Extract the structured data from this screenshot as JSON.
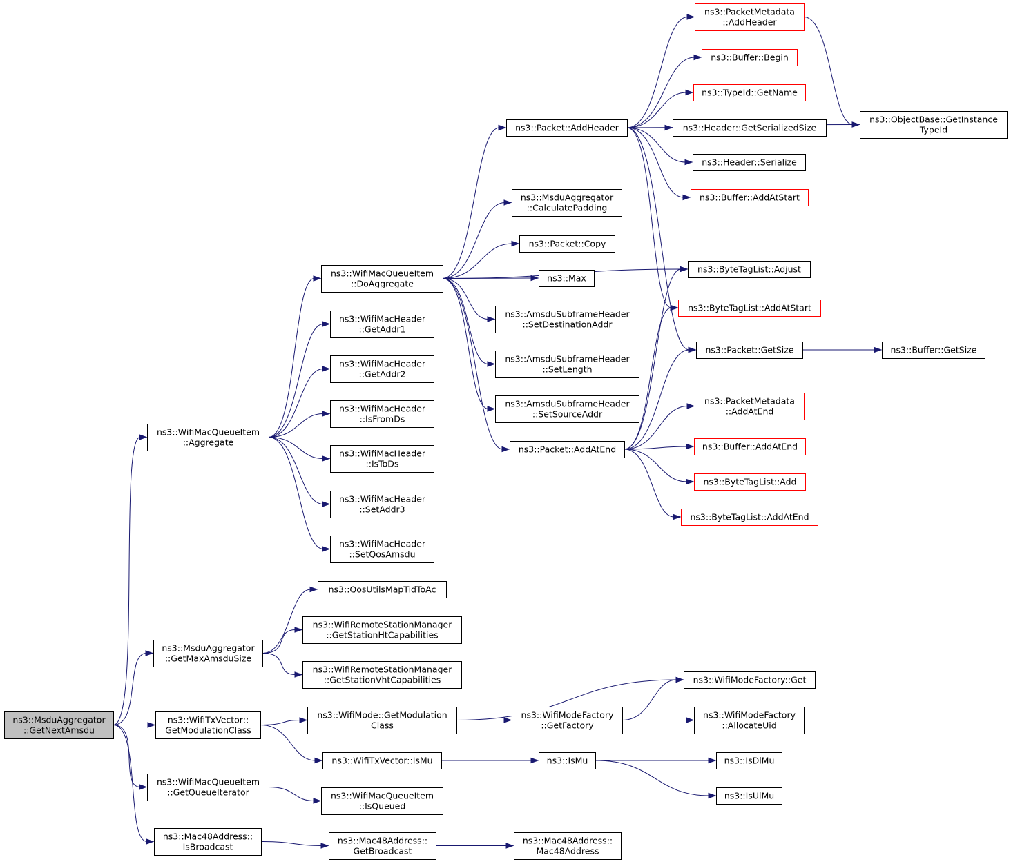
{
  "graph_title": "",
  "colors": {
    "edge": "#191970",
    "root_fill": "#bfbfbf",
    "link_border": "#000000",
    "external_border": "#ff0000",
    "node_fill": "#ffffff"
  },
  "nodes": {
    "getNextAmsdu": {
      "lines": [
        "ns3::MsduAggregator",
        "::GetNextAmsdu"
      ],
      "style": "root"
    },
    "aggregate": {
      "lines": [
        "ns3::WifiMacQueueItem",
        "::Aggregate"
      ],
      "style": "normal"
    },
    "getMaxAmsduSize": {
      "lines": [
        "ns3::MsduAggregator",
        "::GetMaxAmsduSize"
      ],
      "style": "normal"
    },
    "getModulationClassTx": {
      "lines": [
        "ns3::WifiTxVector::",
        "GetModulationClass"
      ],
      "style": "normal"
    },
    "getQueueIterator": {
      "lines": [
        "ns3::WifiMacQueueItem",
        "::GetQueueIterator"
      ],
      "style": "normal"
    },
    "isBroadcast": {
      "lines": [
        "ns3::Mac48Address::",
        "IsBroadcast"
      ],
      "style": "normal"
    },
    "doAggregate": {
      "lines": [
        "ns3::WifiMacQueueItem",
        "::DoAggregate"
      ],
      "style": "normal"
    },
    "getAddr1": {
      "lines": [
        "ns3::WifiMacHeader",
        "::GetAddr1"
      ],
      "style": "normal"
    },
    "getAddr2": {
      "lines": [
        "ns3::WifiMacHeader",
        "::GetAddr2"
      ],
      "style": "normal"
    },
    "isFromDs": {
      "lines": [
        "ns3::WifiMacHeader",
        "::IsFromDs"
      ],
      "style": "normal"
    },
    "isToDs": {
      "lines": [
        "ns3::WifiMacHeader",
        "::IsToDs"
      ],
      "style": "normal"
    },
    "setAddr3": {
      "lines": [
        "ns3::WifiMacHeader",
        "::SetAddr3"
      ],
      "style": "normal"
    },
    "setQosAmsdu": {
      "lines": [
        "ns3::WifiMacHeader",
        "::SetQosAmsdu"
      ],
      "style": "normal"
    },
    "qosUtils": {
      "lines": [
        "ns3::QosUtilsMapTidToAc"
      ],
      "style": "normal"
    },
    "htCaps": {
      "lines": [
        "ns3::WifiRemoteStationManager",
        "::GetStationHtCapabilities"
      ],
      "style": "normal"
    },
    "vhtCaps": {
      "lines": [
        "ns3::WifiRemoteStationManager",
        "::GetStationVhtCapabilities"
      ],
      "style": "normal"
    },
    "modeGetModClass": {
      "lines": [
        "ns3::WifiMode::GetModulation",
        "Class"
      ],
      "style": "normal"
    },
    "txIsMu": {
      "lines": [
        "ns3::WifiTxVector::IsMu"
      ],
      "style": "normal"
    },
    "isQueued": {
      "lines": [
        "ns3::WifiMacQueueItem",
        "::IsQueued"
      ],
      "style": "normal"
    },
    "getBroadcast": {
      "lines": [
        "ns3::Mac48Address::",
        "GetBroadcast"
      ],
      "style": "normal"
    },
    "packetAddHeader": {
      "lines": [
        "ns3::Packet::AddHeader"
      ],
      "style": "normal"
    },
    "calcPadding": {
      "lines": [
        "ns3::MsduAggregator",
        "::CalculatePadding"
      ],
      "style": "normal"
    },
    "packetCopy": {
      "lines": [
        "ns3::Packet::Copy"
      ],
      "style": "normal"
    },
    "max": {
      "lines": [
        "ns3::Max"
      ],
      "style": "normal"
    },
    "setDestAddr": {
      "lines": [
        "ns3::AmsduSubframeHeader",
        "::SetDestinationAddr"
      ],
      "style": "normal"
    },
    "setLength": {
      "lines": [
        "ns3::AmsduSubframeHeader",
        "::SetLength"
      ],
      "style": "normal"
    },
    "setSourceAddr": {
      "lines": [
        "ns3::AmsduSubframeHeader",
        "::SetSourceAddr"
      ],
      "style": "normal"
    },
    "packetAddAtEnd": {
      "lines": [
        "ns3::Packet::AddAtEnd"
      ],
      "style": "normal"
    },
    "modeFactoryGetFactory": {
      "lines": [
        "ns3::WifiModeFactory",
        "::GetFactory"
      ],
      "style": "normal"
    },
    "nsIsMu": {
      "lines": [
        "ns3::IsMu"
      ],
      "style": "normal"
    },
    "mac48Ctor": {
      "lines": [
        "ns3::Mac48Address::",
        "Mac48Address"
      ],
      "style": "normal"
    },
    "pmAddHeader": {
      "lines": [
        "ns3::PacketMetadata",
        "::AddHeader"
      ],
      "style": "external"
    },
    "bufBegin": {
      "lines": [
        "ns3::Buffer::Begin"
      ],
      "style": "external"
    },
    "typeIdGetName": {
      "lines": [
        "ns3::TypeId::GetName"
      ],
      "style": "external"
    },
    "hdrGetSerSize": {
      "lines": [
        "ns3::Header::GetSerializedSize"
      ],
      "style": "normal"
    },
    "hdrSerialize": {
      "lines": [
        "ns3::Header::Serialize"
      ],
      "style": "normal"
    },
    "bufAddAtStart": {
      "lines": [
        "ns3::Buffer::AddAtStart"
      ],
      "style": "external"
    },
    "btlAdjust": {
      "lines": [
        "ns3::ByteTagList::Adjust"
      ],
      "style": "normal"
    },
    "btlAddAtStart": {
      "lines": [
        "ns3::ByteTagList::AddAtStart"
      ],
      "style": "external"
    },
    "packetGetSize": {
      "lines": [
        "ns3::Packet::GetSize"
      ],
      "style": "normal"
    },
    "pmAddAtEnd": {
      "lines": [
        "ns3::PacketMetadata",
        "::AddAtEnd"
      ],
      "style": "external"
    },
    "bufAddAtEnd": {
      "lines": [
        "ns3::Buffer::AddAtEnd"
      ],
      "style": "external"
    },
    "btlAdd": {
      "lines": [
        "ns3::ByteTagList::Add"
      ],
      "style": "external"
    },
    "btlAddAtEnd": {
      "lines": [
        "ns3::ByteTagList::AddAtEnd"
      ],
      "style": "external"
    },
    "modeFactoryGet": {
      "lines": [
        "ns3::WifiModeFactory::Get"
      ],
      "style": "normal"
    },
    "allocateUid": {
      "lines": [
        "ns3::WifiModeFactory",
        "::AllocateUid"
      ],
      "style": "normal"
    },
    "isDlMu": {
      "lines": [
        "ns3::IsDlMu"
      ],
      "style": "normal"
    },
    "isUlMu": {
      "lines": [
        "ns3::IsUlMu"
      ],
      "style": "normal"
    },
    "objGetInstanceTypeId": {
      "lines": [
        "ns3::ObjectBase::GetInstance",
        "TypeId"
      ],
      "style": "normal"
    },
    "bufGetSize": {
      "lines": [
        "ns3::Buffer::GetSize"
      ],
      "style": "normal"
    }
  },
  "edges": [
    [
      "getNextAmsdu",
      "aggregate"
    ],
    [
      "getNextAmsdu",
      "getMaxAmsduSize"
    ],
    [
      "getNextAmsdu",
      "getModulationClassTx"
    ],
    [
      "getNextAmsdu",
      "getQueueIterator"
    ],
    [
      "getNextAmsdu",
      "isBroadcast"
    ],
    [
      "aggregate",
      "doAggregate"
    ],
    [
      "aggregate",
      "getAddr1"
    ],
    [
      "aggregate",
      "getAddr2"
    ],
    [
      "aggregate",
      "isFromDs"
    ],
    [
      "aggregate",
      "isToDs"
    ],
    [
      "aggregate",
      "setAddr3"
    ],
    [
      "aggregate",
      "setQosAmsdu"
    ],
    [
      "getMaxAmsduSize",
      "qosUtils"
    ],
    [
      "getMaxAmsduSize",
      "htCaps"
    ],
    [
      "getMaxAmsduSize",
      "vhtCaps"
    ],
    [
      "getModulationClassTx",
      "modeGetModClass"
    ],
    [
      "getModulationClassTx",
      "txIsMu"
    ],
    [
      "getQueueIterator",
      "isQueued"
    ],
    [
      "isBroadcast",
      "getBroadcast"
    ],
    [
      "doAggregate",
      "packetAddHeader"
    ],
    [
      "doAggregate",
      "calcPadding"
    ],
    [
      "doAggregate",
      "packetCopy"
    ],
    [
      "doAggregate",
      "max"
    ],
    [
      "doAggregate",
      "setDestAddr"
    ],
    [
      "doAggregate",
      "setLength"
    ],
    [
      "doAggregate",
      "setSourceAddr"
    ],
    [
      "doAggregate",
      "packetAddAtEnd"
    ],
    [
      "doAggregate",
      "btlAdjust"
    ],
    [
      "modeGetModClass",
      "modeFactoryGetFactory"
    ],
    [
      "modeGetModClass",
      "modeFactoryGet"
    ],
    [
      "txIsMu",
      "nsIsMu"
    ],
    [
      "getBroadcast",
      "mac48Ctor"
    ],
    [
      "packetAddHeader",
      "pmAddHeader"
    ],
    [
      "packetAddHeader",
      "bufBegin"
    ],
    [
      "packetAddHeader",
      "typeIdGetName"
    ],
    [
      "packetAddHeader",
      "hdrGetSerSize"
    ],
    [
      "packetAddHeader",
      "hdrSerialize"
    ],
    [
      "packetAddHeader",
      "bufAddAtStart"
    ],
    [
      "packetAddHeader",
      "objGetInstanceTypeId"
    ],
    [
      "packetAddHeader",
      "btlAddAtStart"
    ],
    [
      "packetAddHeader",
      "packetGetSize"
    ],
    [
      "packetAddAtEnd",
      "pmAddAtEnd"
    ],
    [
      "packetAddAtEnd",
      "bufAddAtEnd"
    ],
    [
      "packetAddAtEnd",
      "btlAdd"
    ],
    [
      "packetAddAtEnd",
      "btlAddAtEnd"
    ],
    [
      "packetAddAtEnd",
      "btlAdjust"
    ],
    [
      "packetAddAtEnd",
      "btlAddAtStart"
    ],
    [
      "packetAddAtEnd",
      "packetGetSize"
    ],
    [
      "modeFactoryGetFactory",
      "modeFactoryGet"
    ],
    [
      "modeFactoryGetFactory",
      "allocateUid"
    ],
    [
      "nsIsMu",
      "isDlMu"
    ],
    [
      "nsIsMu",
      "isUlMu"
    ],
    [
      "pmAddHeader",
      "objGetInstanceTypeId"
    ],
    [
      "packetGetSize",
      "bufGetSize"
    ]
  ]
}
